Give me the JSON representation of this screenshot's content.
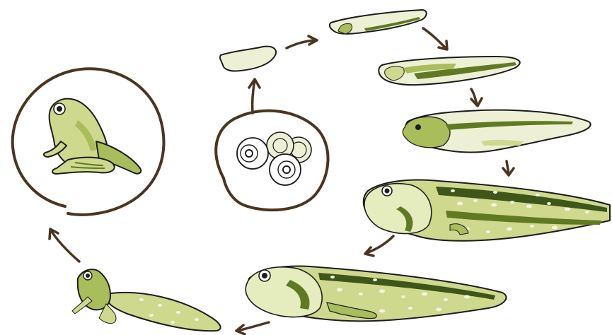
{
  "palette": {
    "outline": "#1d1d1d",
    "arrow": "#4a3520",
    "pale_green": "#eef0d6",
    "light_green": "#cfd98e",
    "mid_green": "#a9bd5a",
    "dark_green": "#5f7a22",
    "deep_green": "#3f561a"
  },
  "stages": [
    {
      "name": "eggs",
      "icon": "frog-eggs-icon"
    },
    {
      "name": "hatching-embryo",
      "icon": "embryo-icon"
    },
    {
      "name": "young-tadpole",
      "icon": "tadpole-icon"
    },
    {
      "name": "tadpole-with-gills",
      "icon": "tadpole-icon"
    },
    {
      "name": "growing-tadpole",
      "icon": "tadpole-icon"
    },
    {
      "name": "tadpole-developing",
      "icon": "tadpole-icon"
    },
    {
      "name": "tadpole-with-hind-legs",
      "icon": "tadpole-legs-icon"
    },
    {
      "name": "froglet",
      "icon": "froglet-icon"
    },
    {
      "name": "adult-frog",
      "icon": "frog-icon"
    }
  ]
}
